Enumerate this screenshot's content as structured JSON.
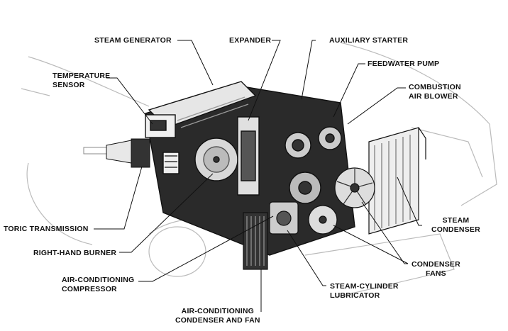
{
  "labels": {
    "steam_generator": "STEAM GENERATOR",
    "expander": "EXPANDER",
    "auxiliary_starter": "AUXILIARY STARTER",
    "temperature_sensor": [
      "TEMPERATURE",
      "SENSOR"
    ],
    "feedwater_pump": "FEEDWATER PUMP",
    "combustion_air_blower": [
      "COMBUSTION",
      "AIR BLOWER"
    ],
    "toric_transmission": "TORIC TRANSMISSION",
    "steam_condenser": [
      "STEAM",
      "CONDENSER"
    ],
    "right_hand_burner": "RIGHT-HAND BURNER",
    "condenser_fans": [
      "CONDENSER",
      "FANS"
    ],
    "air_conditioning_compressor": [
      "AIR-CONDITIONING",
      "COMPRESSOR"
    ],
    "steam_cylinder_lubricator": [
      "STEAM-CYLINDER",
      "LUBRICATOR"
    ],
    "air_conditioning_condenser_and_fan": [
      "AIR-CONDITIONING",
      "CONDENSER AND FAN"
    ]
  },
  "colors": {
    "ink": "#111111",
    "paper": "#ffffff",
    "shade": "#2a2a2a"
  }
}
